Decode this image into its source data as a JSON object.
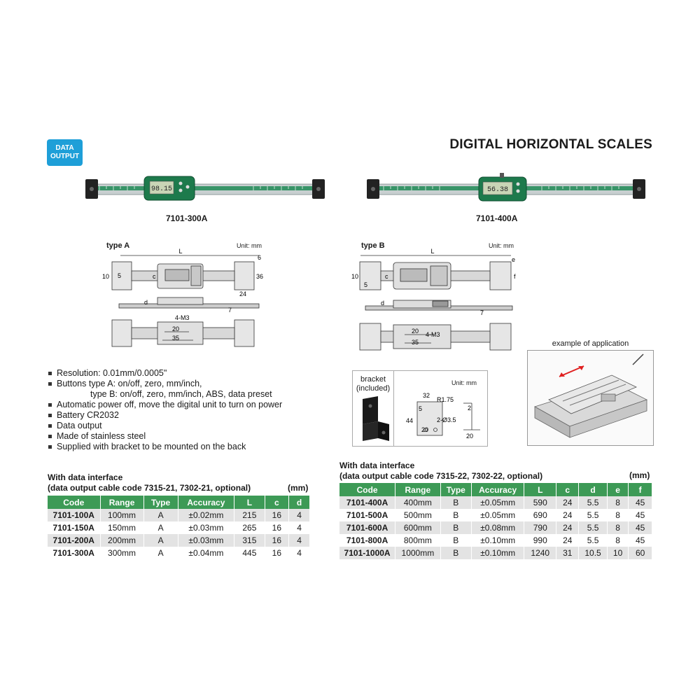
{
  "badge": {
    "line1": "DATA",
    "line2": "OUTPUT"
  },
  "title": "DIGITAL HORIZONTAL SCALES",
  "products": {
    "left_model": "7101-300A",
    "right_model": "7101-400A",
    "left_display": "98.15",
    "right_display": "56.38"
  },
  "diagrams": {
    "typeA": {
      "label": "type A",
      "unit": "Unit: mm",
      "dims": {
        "L": "L",
        "six": "6",
        "ten": "10",
        "five": "5",
        "c": "c",
        "thirtysix": "36",
        "twentyfour": "24",
        "d": "d",
        "seven": "7",
        "m3": "4-M3",
        "twenty": "20",
        "thirtyfive": "35"
      }
    },
    "typeB": {
      "label": "type B",
      "unit": "Unit: mm",
      "dims": {
        "L": "L",
        "e": "e",
        "ten": "10",
        "five": "5",
        "c": "c",
        "f": "f",
        "d": "d",
        "seven": "7",
        "twenty": "20",
        "m3": "4-M3",
        "thirtyfive": "35"
      }
    }
  },
  "bracket": {
    "label1": "bracket",
    "label2": "(included)",
    "unit": "Unit: mm",
    "dims": {
      "d32": "32",
      "r175": "R1.75",
      "d2": "2",
      "d5": "5",
      "d44": "44",
      "hole": "2-Ø3.5",
      "d20a": "20",
      "d20b": "20"
    }
  },
  "application": {
    "title": "example of application"
  },
  "features": [
    "Resolution: 0.01mm/0.0005\"",
    "Buttons type A: on/off, zero, mm/inch,",
    "type B: on/off, zero, mm/inch, ABS, data preset",
    "Automatic power off, move the digital unit to turn on power",
    "Battery CR2032",
    "Data output",
    "Made of stainless steel",
    "Supplied with bracket to be mounted on the back"
  ],
  "table_left": {
    "heading1": "With data interface",
    "heading2": "(data output cable code 7315-21, 7302-21, optional)",
    "unit": "(mm)",
    "columns": [
      "Code",
      "Range",
      "Type",
      "Accuracy",
      "L",
      "c",
      "d"
    ],
    "rows": [
      [
        "7101-100A",
        "100mm",
        "A",
        "±0.02mm",
        "215",
        "16",
        "4"
      ],
      [
        "7101-150A",
        "150mm",
        "A",
        "±0.03mm",
        "265",
        "16",
        "4"
      ],
      [
        "7101-200A",
        "200mm",
        "A",
        "±0.03mm",
        "315",
        "16",
        "4"
      ],
      [
        "7101-300A",
        "300mm",
        "A",
        "±0.04mm",
        "445",
        "16",
        "4"
      ]
    ]
  },
  "table_right": {
    "heading1": "With data interface",
    "heading2": "(data output cable code 7315-22, 7302-22, optional)",
    "unit": "(mm)",
    "columns": [
      "Code",
      "Range",
      "Type",
      "Accuracy",
      "L",
      "c",
      "d",
      "e",
      "f"
    ],
    "rows": [
      [
        "7101-400A",
        "400mm",
        "B",
        "±0.05mm",
        "590",
        "24",
        "5.5",
        "8",
        "45"
      ],
      [
        "7101-500A",
        "500mm",
        "B",
        "±0.05mm",
        "690",
        "24",
        "5.5",
        "8",
        "45"
      ],
      [
        "7101-600A",
        "600mm",
        "B",
        "±0.08mm",
        "790",
        "24",
        "5.5",
        "8",
        "45"
      ],
      [
        "7101-800A",
        "800mm",
        "B",
        "±0.10mm",
        "990",
        "24",
        "5.5",
        "8",
        "45"
      ],
      [
        "7101-1000A",
        "1000mm",
        "B",
        "±0.10mm",
        "1240",
        "31",
        "10.5",
        "10",
        "60"
      ]
    ]
  },
  "colors": {
    "header_green": "#3d9a56",
    "badge_blue": "#1e9fd8",
    "scale_green": "#1f8a56"
  }
}
